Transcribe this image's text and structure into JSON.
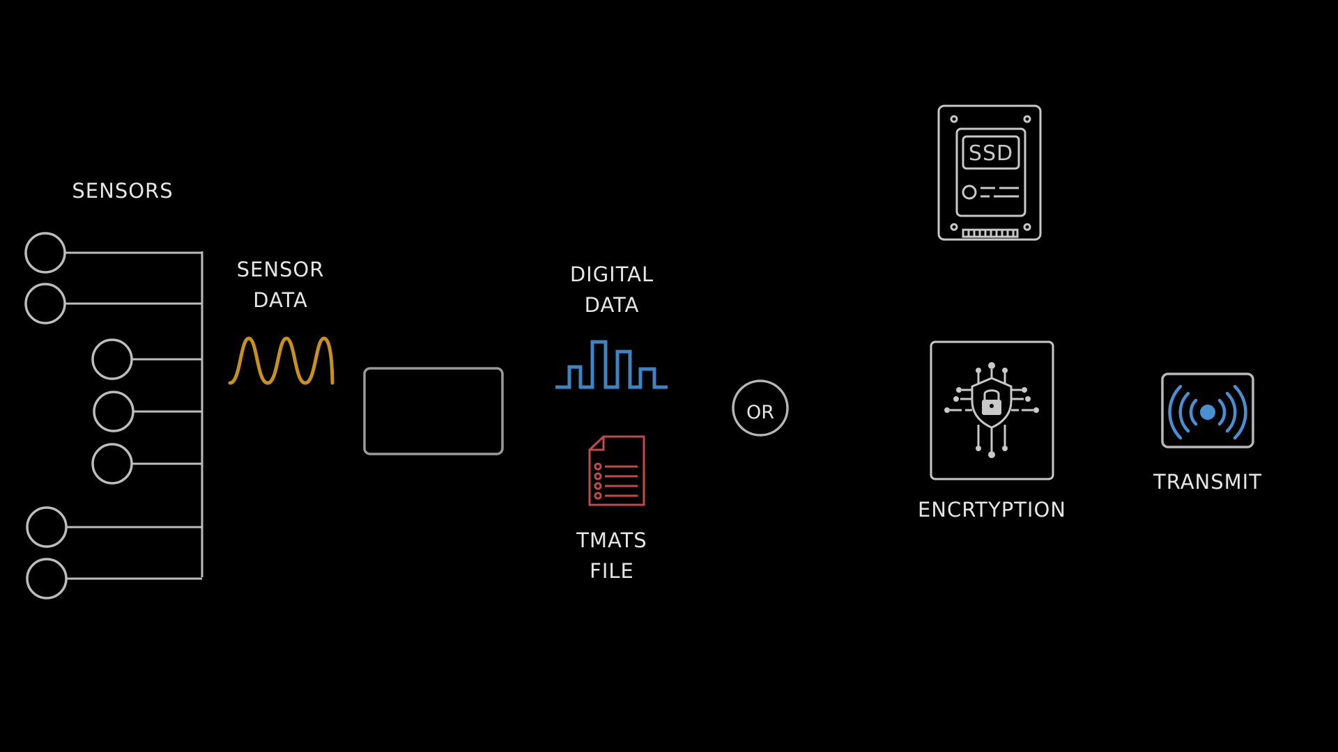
{
  "labels": {
    "sensors": "SENSORS",
    "sensor_data_line1": "SENSOR",
    "sensor_data_line2": "DATA",
    "digital_data_line1": "DIGITAL",
    "digital_data_line2": "DATA",
    "tmats_line1": "TMATS",
    "tmats_line2": "FILE",
    "or": "OR",
    "ssd": "SSD",
    "encryption": "ENCRTYPTION",
    "transmit": "TRANSMIT"
  },
  "icons": {
    "sensor_wave": "analog-wave-icon",
    "digital_wave": "digital-signal-icon",
    "document": "document-list-icon",
    "ssd": "ssd-drive-icon",
    "lock": "cyber-lock-icon",
    "broadcast": "wireless-broadcast-icon"
  },
  "colors": {
    "background": "#000000",
    "analog_wave": "#c8921a",
    "digital_wave": "#3f84c2",
    "document": "#c24a4a",
    "broadcast": "#4a8fd2",
    "line": "#bdbdbd"
  }
}
